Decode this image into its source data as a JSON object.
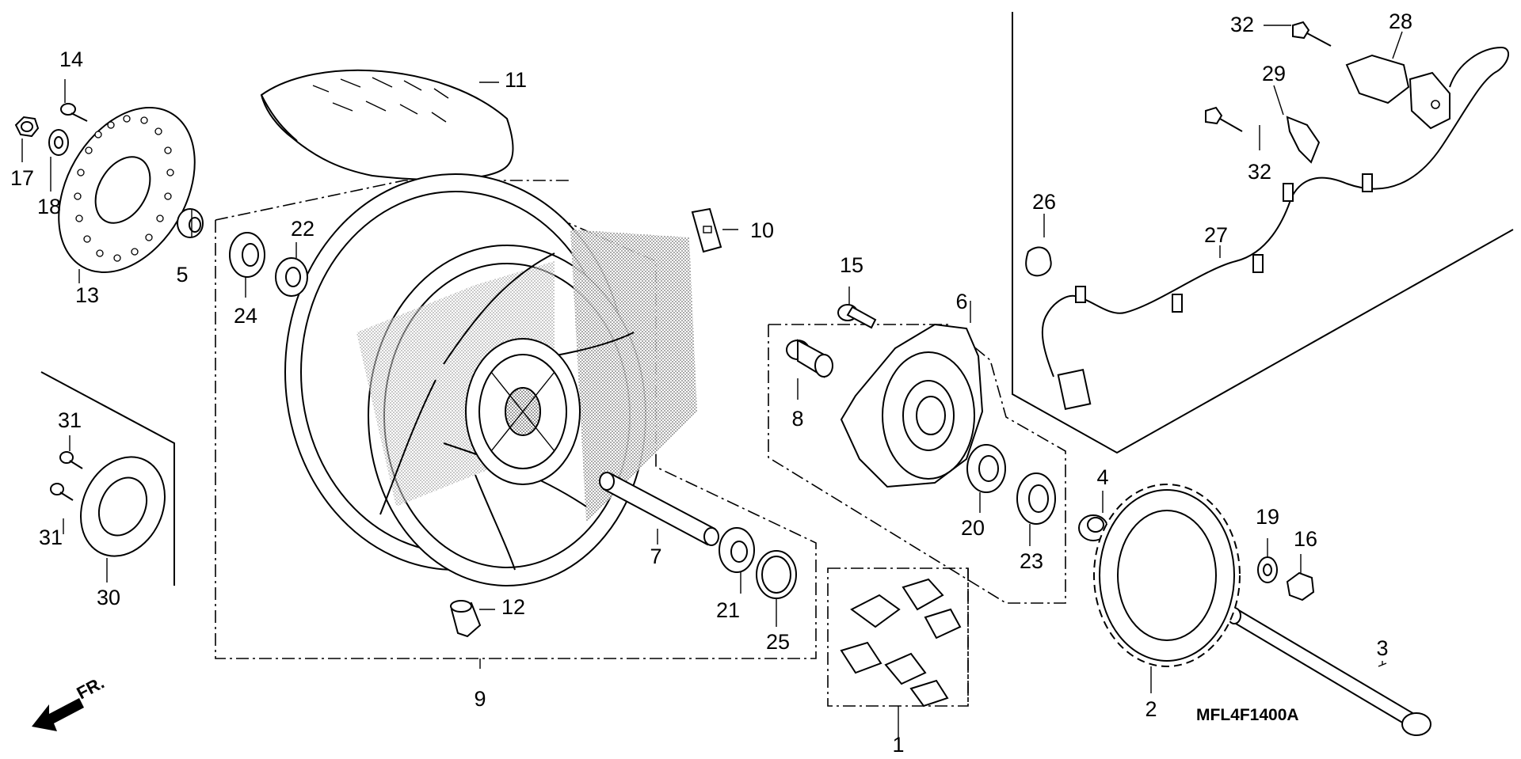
{
  "diagram": {
    "type": "exploded-parts-diagram",
    "drawing_code": "MFL4F1400A",
    "direction_label": "FR."
  },
  "parts": [
    {
      "number": "1"
    },
    {
      "number": "2"
    },
    {
      "number": "3"
    },
    {
      "number": "4"
    },
    {
      "number": "5"
    },
    {
      "number": "6"
    },
    {
      "number": "7"
    },
    {
      "number": "8"
    },
    {
      "number": "9"
    },
    {
      "number": "10"
    },
    {
      "number": "11"
    },
    {
      "number": "12"
    },
    {
      "number": "13"
    },
    {
      "number": "14"
    },
    {
      "number": "15"
    },
    {
      "number": "16"
    },
    {
      "number": "17"
    },
    {
      "number": "18"
    },
    {
      "number": "19"
    },
    {
      "number": "20"
    },
    {
      "number": "21"
    },
    {
      "number": "22"
    },
    {
      "number": "23"
    },
    {
      "number": "24"
    },
    {
      "number": "25"
    },
    {
      "number": "26"
    },
    {
      "number": "27"
    },
    {
      "number": "28"
    },
    {
      "number": "29"
    },
    {
      "number": "30"
    },
    {
      "number": "31"
    },
    {
      "number": "31"
    },
    {
      "number": "32"
    },
    {
      "number": "32"
    }
  ]
}
